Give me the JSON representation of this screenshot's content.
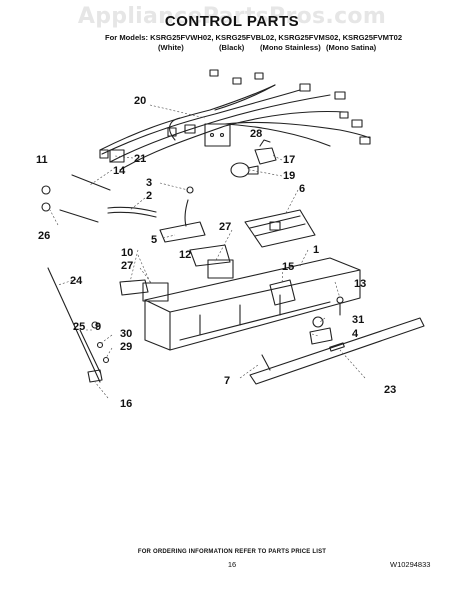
{
  "watermark": "AppliancePartsPros.com",
  "title": "CONTROL PARTS",
  "models_line": "For Models: KSRG25FVWH02, KSRG25FVBL02, KSRG25FVMS02, KSRG25FVMT02",
  "variants": [
    "(White)",
    "(Black)",
    "(Mono Stainless)",
    "(Mono Satina)"
  ],
  "callouts": [
    "1",
    "2",
    "3",
    "4",
    "5",
    "6",
    "7",
    "9",
    "10",
    "11",
    "12",
    "13",
    "14",
    "15",
    "16",
    "17",
    "19",
    "20",
    "21",
    "23",
    "24",
    "25",
    "26",
    "27",
    "27",
    "28",
    "29",
    "30",
    "31"
  ],
  "footer": {
    "ordering_note": "FOR ORDERING INFORMATION REFER TO PARTS PRICE LIST",
    "page_number": "16",
    "doc_number": "W10294833"
  }
}
